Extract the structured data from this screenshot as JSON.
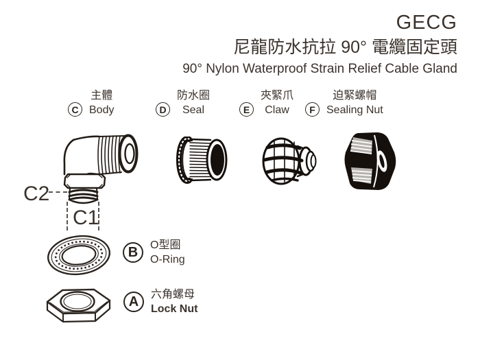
{
  "header": {
    "product_code": "GECG",
    "title_zh": "尼龍防水抗拉 90° 電纜固定頭",
    "title_en": "90° Nylon Waterproof Strain Relief Cable Gland"
  },
  "parts": [
    {
      "letter": "C",
      "name_zh": "主體",
      "name_en": "Body"
    },
    {
      "letter": "D",
      "name_zh": "防水圈",
      "name_en": "Seal"
    },
    {
      "letter": "E",
      "name_zh": "夾緊爪",
      "name_en": "Claw"
    },
    {
      "letter": "F",
      "name_zh": "迫緊螺帽",
      "name_en": "Sealing Nut"
    },
    {
      "letter": "B",
      "name_zh": "O型圈",
      "name_en": "O-Ring"
    },
    {
      "letter": "A",
      "name_zh": "六角螺母",
      "name_en": "Lock Nut"
    }
  ],
  "dimension_labels": {
    "c1": "C1",
    "c2": "C2"
  },
  "colors": {
    "ink": "#3a322b",
    "line": "#221c16",
    "fill_black": "#15100c",
    "background": "#ffffff"
  }
}
